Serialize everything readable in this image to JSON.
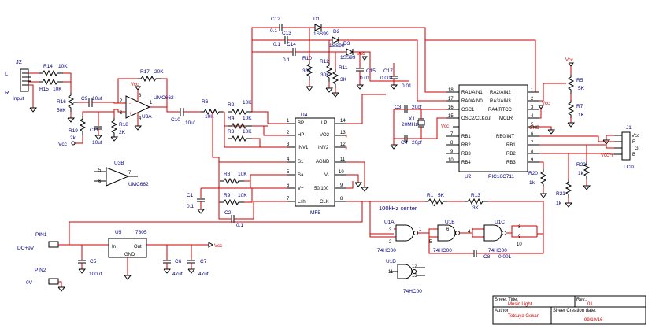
{
  "connector_j2": {
    "ref": "J2",
    "label": "Input",
    "pin_l": "L",
    "pin_r": "R"
  },
  "input_stage": {
    "r14": {
      "ref": "R14",
      "val": "10K"
    },
    "r15": {
      "ref": "R15",
      "val": "10K"
    },
    "r16": {
      "ref": "R16",
      "val": "50K"
    },
    "r19": {
      "ref": "R19",
      "val": "2k"
    },
    "c9": {
      "ref": "C9",
      "val": "10uf"
    },
    "c11": {
      "ref": "C11",
      "val": "10uf"
    },
    "r18": {
      "ref": "R18",
      "val": "2K"
    },
    "r17": {
      "ref": "R17",
      "val": "20K"
    },
    "u3a": {
      "ref": "U3A",
      "part": "UMC662",
      "pins": [
        "2",
        "3",
        "1",
        "8",
        "4"
      ]
    },
    "c10": {
      "ref": "C10",
      "val": "10uf"
    },
    "r6": {
      "ref": "R6",
      "val": "10K"
    },
    "vcc": "Vcc"
  },
  "u3b": {
    "ref": "U3B",
    "part": "UMC662",
    "pins": [
      "5",
      "6",
      "7"
    ]
  },
  "peak_detect": {
    "c12": {
      "ref": "C12",
      "val": "0.1"
    },
    "c13": {
      "ref": "C13",
      "val": "0.1"
    },
    "c14": {
      "ref": "C14",
      "val": "0.1"
    },
    "d1": {
      "ref": "D1",
      "val": "1SS99"
    },
    "d2": {
      "ref": "D2",
      "val": "1SS99"
    },
    "d3": {
      "ref": "D3",
      "val": "1SS99"
    },
    "r10": {
      "ref": "R10",
      "val": "30K"
    },
    "r12": {
      "ref": "R12",
      "val": "30K"
    },
    "r11": {
      "ref": "R11",
      "val": "3K"
    },
    "c15": {
      "ref": "C15",
      "val": "0.01"
    },
    "c17": {
      "ref": "C17",
      "val": "0.001"
    },
    "vcc": "Vcc"
  },
  "filter_u4": {
    "ref": "U4",
    "part": "MF5",
    "r2": {
      "ref": "R2",
      "val": "10K"
    },
    "r4": {
      "ref": "R4",
      "val": "10K"
    },
    "r3": {
      "ref": "R3",
      "val": "10K"
    },
    "r8": {
      "ref": "R8",
      "val": "10K"
    },
    "r9": {
      "ref": "R9",
      "val": "10K"
    },
    "c1": {
      "ref": "C1",
      "val": "0.1"
    },
    "c2": {
      "ref": "C2",
      "val": "0.1"
    },
    "pins_left": [
      {
        "num": "1",
        "name": "BP"
      },
      {
        "num": "2",
        "name": "HP"
      },
      {
        "num": "3",
        "name": "INV1"
      },
      {
        "num": "4",
        "name": "S1"
      },
      {
        "num": "5",
        "name": "Sa"
      },
      {
        "num": "6",
        "name": "V+"
      },
      {
        "num": "7",
        "name": "Lsh"
      }
    ],
    "pins_right": [
      {
        "num": "14",
        "name": "LP"
      },
      {
        "num": "13",
        "name": "VO2"
      },
      {
        "num": "12",
        "name": "INV2"
      },
      {
        "num": "11",
        "name": "AGND"
      },
      {
        "num": "10",
        "name": "V-"
      },
      {
        "num": "9",
        "name": "50/100"
      },
      {
        "num": "8",
        "name": "CLK"
      }
    ]
  },
  "mcu_u2": {
    "ref": "U2",
    "part": "PIC16C711",
    "c3": {
      "ref": "C3",
      "val": "20pf"
    },
    "c4": {
      "ref": "C4",
      "val": "20pf"
    },
    "x1": {
      "ref": "X1",
      "val": "20MHz"
    },
    "vcc": "Vcc",
    "pins_left": [
      {
        "num": "18",
        "name": "RA1/AIN1"
      },
      {
        "num": "17",
        "name": "RA0/AIN0"
      },
      {
        "num": "16",
        "name": "OSC1"
      },
      {
        "num": "15",
        "name": "OSC2/CLKout"
      },
      {
        "num": "",
        "name": "Vcc"
      },
      {
        "num": "7",
        "name": "RB1"
      },
      {
        "num": "8",
        "name": "RB2"
      },
      {
        "num": "9",
        "name": "RB3"
      },
      {
        "num": "10",
        "name": "RB4"
      }
    ],
    "pins_right": [
      {
        "num": "1",
        "name": "RA2/AIN2"
      },
      {
        "num": "2",
        "name": "RA3/AIN3"
      },
      {
        "num": "3",
        "name": "RA4/RTCC"
      },
      {
        "num": "4",
        "name": "MCLR"
      },
      {
        "num": "5",
        "name": "GND"
      },
      {
        "num": "6",
        "name": "RB0/INT"
      },
      {
        "num": "7",
        "name": "RB1"
      },
      {
        "num": "8",
        "name": "RB2"
      },
      {
        "num": "9",
        "name": "RB3"
      }
    ]
  },
  "lcd": {
    "j1": {
      "ref": "J1",
      "label": "LCD",
      "pins": [
        "Vcc",
        "R",
        "G",
        "B"
      ]
    },
    "r5": {
      "ref": "R5",
      "val": "5K"
    },
    "r7": {
      "ref": "R7",
      "val": "1K"
    },
    "r20": {
      "ref": "R20",
      "val": "1k"
    },
    "r21": {
      "ref": "R21",
      "val": "1k"
    },
    "r22": {
      "ref": "R22",
      "val": "1k"
    },
    "vcc": "Vcc"
  },
  "clock": {
    "label": "100kHz center",
    "r1": {
      "ref": "R1",
      "val": "5K"
    },
    "r13": {
      "ref": "R13",
      "val": "3K"
    },
    "c8": {
      "ref": "C8",
      "val": "0.001"
    },
    "u1a": {
      "ref": "U1A",
      "part": "74HC00",
      "pins": [
        "3",
        "2",
        "1"
      ]
    },
    "u1b": {
      "ref": "U1B",
      "part": "74HC00",
      "pins": [
        "6",
        "5",
        "4"
      ]
    },
    "u1c": {
      "ref": "U1C",
      "part": "74HC00",
      "pins": [
        "8",
        "9",
        "10"
      ]
    },
    "u1d": {
      "ref": "U1D",
      "part": "74HC00",
      "pins": [
        "11",
        "12",
        "13"
      ]
    }
  },
  "power": {
    "pin1": {
      "ref": "PIN1",
      "label": "DC+9V"
    },
    "pin2": {
      "ref": "PIN2",
      "label": "0V"
    },
    "u5": {
      "ref": "U5",
      "part": "7805",
      "in": "In",
      "out": "Out",
      "gnd": "GND"
    },
    "c5": {
      "ref": "C5",
      "val": "100uf"
    },
    "c6": {
      "ref": "C6",
      "val": "47uf"
    },
    "c7": {
      "ref": "C7",
      "val": "47uf"
    },
    "vcc": "Vcc"
  },
  "title_block": {
    "sheet_title_label": "Sheet Title:",
    "sheet_title": "Music Light",
    "rev_label": "Rev.:",
    "rev": "01",
    "author_label": "Author",
    "author": "Tetsuya Gokan",
    "date_label": "Sheet Creation date:",
    "date": "99/10/16"
  }
}
